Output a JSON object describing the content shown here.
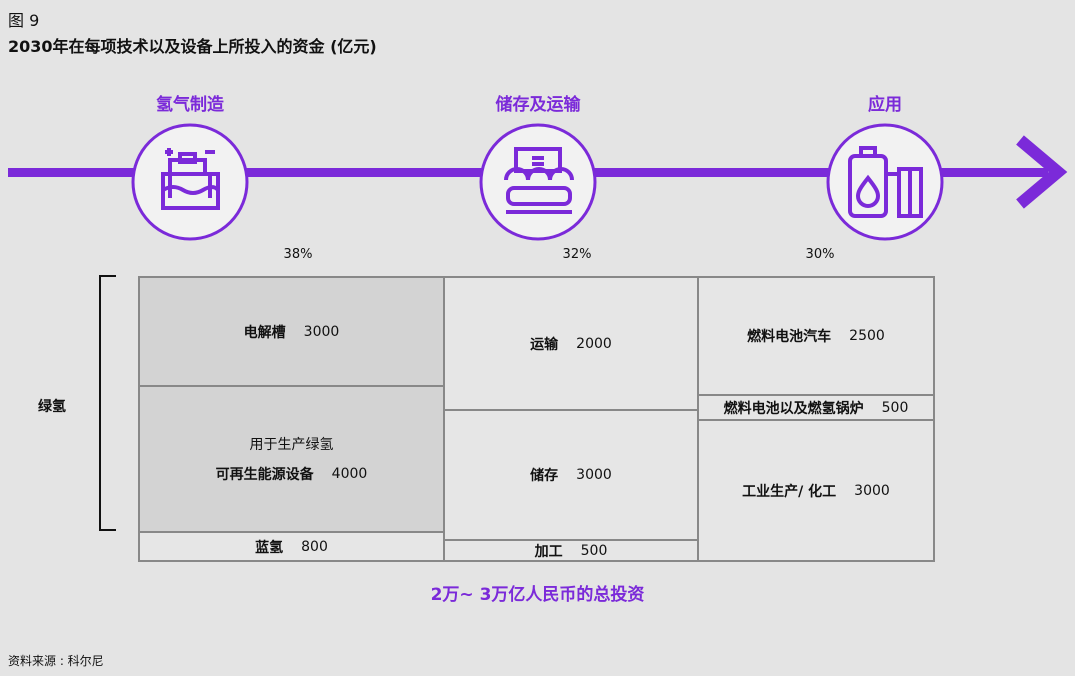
{
  "figure_label": "图 9",
  "title": "2030年在每项技术以及设备上所投入的资金 (亿元)",
  "colors": {
    "accent": "#7b2ad9",
    "background": "#e4e4e4",
    "cell_dark": "#d3d3d3",
    "cell_light": "#e6e6e6"
  },
  "stages": [
    {
      "label": "氢气制造",
      "icon": "electrolyzer-icon",
      "share": "38%"
    },
    {
      "label": "储存及运输",
      "icon": "storage-transport-icon",
      "share": "32%"
    },
    {
      "label": "应用",
      "icon": "fuel-tank-icon",
      "share": "30%"
    }
  ],
  "bracket_label": "绿氢",
  "chart_data": {
    "type": "treemap",
    "title": "2030年在每项技术以及设备上所投入的资金 (亿元)",
    "unit": "亿元",
    "groups": [
      {
        "name": "氢气制造",
        "share": "38%",
        "items": [
          {
            "label": "电解槽",
            "value": 3000,
            "highlight": true
          },
          {
            "sublabel": "用于生产绿氢",
            "label": "可再生能源设备",
            "value": 4000,
            "highlight": true
          },
          {
            "label": "蓝氢",
            "value": 800
          }
        ]
      },
      {
        "name": "储存及运输",
        "share": "32%",
        "items": [
          {
            "label": "运输",
            "value": 2000
          },
          {
            "label": "储存",
            "value": 3000
          },
          {
            "label": "加工",
            "value": 500
          }
        ]
      },
      {
        "name": "应用",
        "share": "30%",
        "items": [
          {
            "label": "燃料电池汽车",
            "value": 2500
          },
          {
            "label": "燃料电池以及燃氢锅炉",
            "value": 500
          },
          {
            "label": "工业生产/ 化工",
            "value": 3000
          }
        ]
      }
    ]
  },
  "total": "2万~ 3万亿人民币的总投资",
  "source": "资料来源 : 科尔尼"
}
